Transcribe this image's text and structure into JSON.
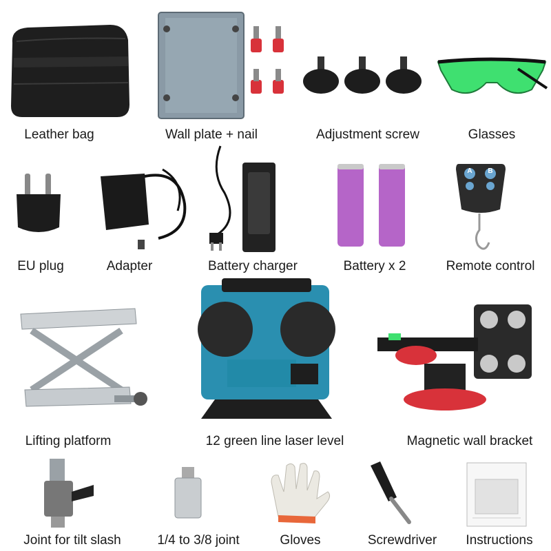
{
  "items": [
    {
      "id": "leather-bag",
      "label": "Leather bag"
    },
    {
      "id": "wall-plate-nail",
      "label": "Wall plate + nail"
    },
    {
      "id": "adjustment-screw",
      "label": "Adjustment screw"
    },
    {
      "id": "glasses",
      "label": "Glasses"
    },
    {
      "id": "eu-plug",
      "label": "EU plug"
    },
    {
      "id": "adapter",
      "label": "Adapter"
    },
    {
      "id": "battery-charger",
      "label": "Battery charger"
    },
    {
      "id": "battery",
      "label": "Battery x 2"
    },
    {
      "id": "remote-control",
      "label": "Remote control"
    },
    {
      "id": "lifting-platform",
      "label": "Lifting platform"
    },
    {
      "id": "laser-level",
      "label": "12 green line laser level"
    },
    {
      "id": "magnetic-wall-bracket",
      "label": "Magnetic wall bracket"
    },
    {
      "id": "tilt-joint",
      "label": "Joint for tilt slash"
    },
    {
      "id": "thread-joint",
      "label": "1/4 to 3/8 joint"
    },
    {
      "id": "gloves",
      "label": "Gloves"
    },
    {
      "id": "screwdriver",
      "label": "Screwdriver"
    },
    {
      "id": "instructions",
      "label": "Instructions"
    }
  ],
  "remote": {
    "button_a": "A",
    "button_b": "B"
  },
  "colors": {
    "laser_body": "#2a8fb0",
    "glasses_lens": "#3fe070",
    "battery": "#b565c8",
    "nail_head": "#d8323a",
    "bracket_red": "#d8323a"
  }
}
